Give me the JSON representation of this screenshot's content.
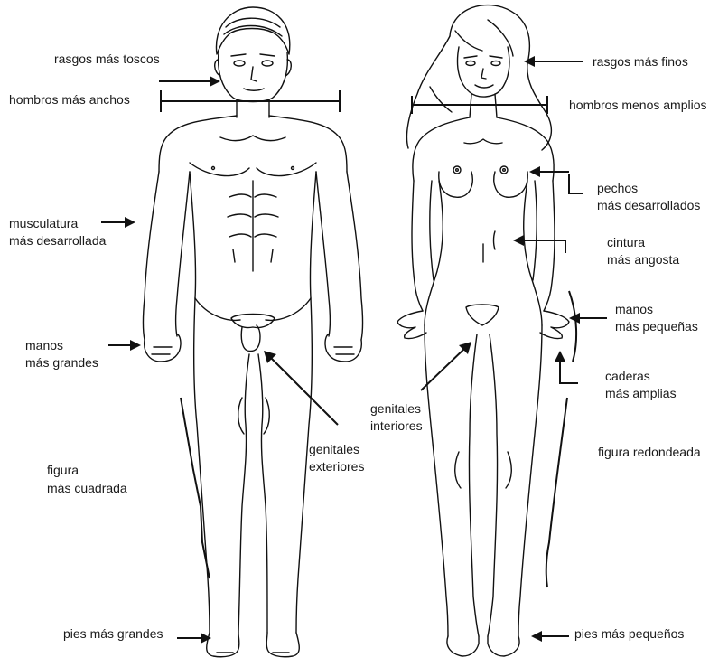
{
  "labels": {
    "rasgos_toscos": "rasgos más toscos",
    "hombros_anchos": "hombros más anchos",
    "musculatura_1": "musculatura",
    "musculatura_2": "más desarrollada",
    "manos_grandes_1": "manos",
    "manos_grandes_2": "más grandes",
    "figura_cuadrada_1": "figura",
    "figura_cuadrada_2": "más cuadrada",
    "pies_grandes": "pies más grandes",
    "genitales_ext_1": "genitales",
    "genitales_ext_2": "exteriores",
    "genitales_int_1": "genitales",
    "genitales_int_2": "interiores",
    "rasgos_finos": "rasgos más finos",
    "hombros_menos": "hombros menos amplios",
    "pechos_1": "pechos",
    "pechos_2": "más desarrollados",
    "cintura_1": "cintura",
    "cintura_2": "más angosta",
    "manos_peq_1": "manos",
    "manos_peq_2": "más pequeñas",
    "caderas_1": "caderas",
    "caderas_2": "más amplias",
    "figura_redondeada": "figura redondeada",
    "pies_pequenos": "pies más pequeños"
  }
}
